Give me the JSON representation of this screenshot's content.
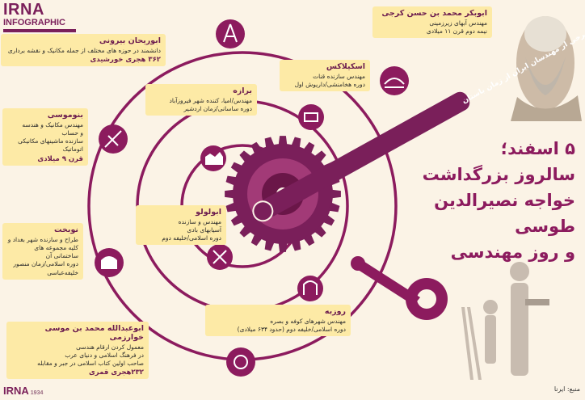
{
  "brand": {
    "logo": "IRNA",
    "sub": "INFOGRAPHIC",
    "footer_logo": "IRNA",
    "footer_year": "1934"
  },
  "source": "منبع: ایرنا",
  "banner": "فهرست مختصر نام های برخی از مهندسان ایران از زمان باستان",
  "headline": {
    "line1": "۵ اسفند؛",
    "line2": "سالروز بزرگداشت",
    "line3": "خواجه نصیرالدین طوسی",
    "line4": "و روز مهندسی"
  },
  "cards": {
    "karaji": {
      "title": "ابوبکر محمد بن حسن کرجی",
      "l1": "مهندس آبهای زیرزمینی",
      "l2": "نیمه دوم قرن ۱۱ میلادی"
    },
    "biruni": {
      "title": "ابوریحان بیرونی",
      "l1": "دانشمند در حوزه های مختلف از جمله مکانیک و نقشه برداری",
      "n": "۳۶۲ هجری خورشیدی"
    },
    "askilax": {
      "title": "اسکیلاکس",
      "l1": "مهندس سازنده قنات",
      "l2": "دوره هخامنشی/داریوش اول"
    },
    "borazeh": {
      "title": "برازه",
      "l1": "مهندس/امیا، کننده شهر فیروزآباد",
      "l2": "دوره ساسانی/زمان اردشیر"
    },
    "banumusa": {
      "title": "بنوموسی",
      "l1": "مهندس مکانیک و هندسه",
      "l2": "و حساب",
      "l3": "سازنده ماشینهای مکانیکی",
      "l4": "اتوماتیک",
      "n": "قرن ۹ میلادی"
    },
    "abululu": {
      "title": "ابولولو",
      "l1": "مهندس و سازنده",
      "l2": "آسیابهای بادی",
      "l3": "دوره اسلامی/خلیفه دوم"
    },
    "nobakht": {
      "title": "نوبخت",
      "l1": "طراح و سازنده شهر بغداد و",
      "l2": "کلیه مجموعه های",
      "l3": "ساختمانی آن",
      "l4": "دوره اسلامی/زمان منصور",
      "l5": "خلیفه‌عباسی"
    },
    "ruzbeh": {
      "title": "روزبه",
      "l1": "مهندس شهرهای کوفه و بصره",
      "l2": "دوره اسلامی/خلیفه دوم (حدود ۶۳۴ میلادی)"
    },
    "khwarizmi": {
      "title": "ابوعبدالله محمد بن موسی خوارزمی",
      "l1": "معمول کردن ارقام هندسی",
      "l2": "در فرهنگ اسلامی و دنیای عرب",
      "l3": "صاحب اولین کتاب اسلامی در جبر و مقابله",
      "n": "۲۳۲هجری قمری"
    }
  },
  "colors": {
    "brand": "#7a1f5a",
    "spiral": "#8c1b5e",
    "card": "#fdeaa6",
    "gear": "#7a1f5a"
  }
}
